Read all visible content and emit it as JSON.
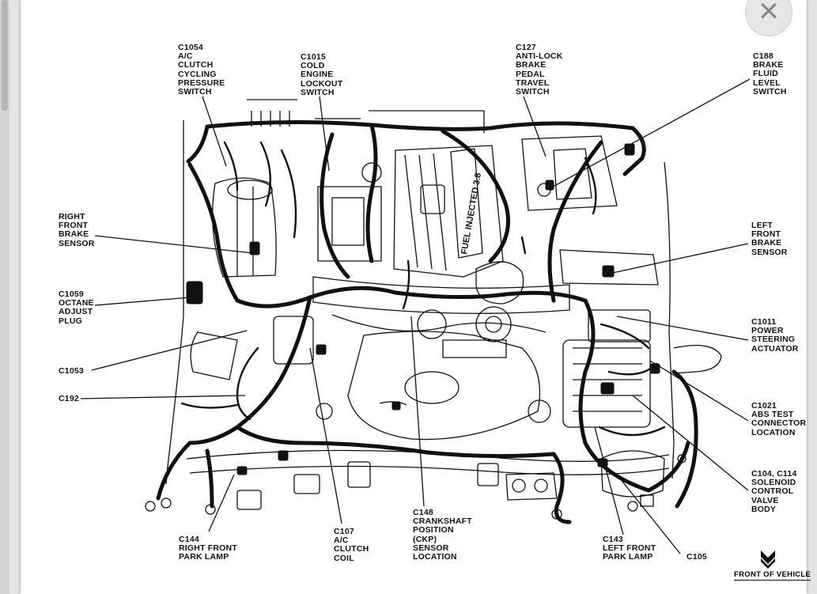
{
  "ui": {
    "close_icon": "✕"
  },
  "callouts": {
    "c1054": "C1054\nA/C\nCLUTCH\nCYCLING\nPRESSURE\nSWITCH",
    "c1015": "C1015\nCOLD\nENGINE\nLOCKOUT\nSWITCH",
    "c127": "C127\nANTI-LOCK\nBRAKE\nPEDAL\nTRAVEL\nSWITCH",
    "c188": "C188\nBRAKE\nFLUID\nLEVEL\nSWITCH",
    "right_front_brake_sensor": "RIGHT\nFRONT\nBRAKE\nSENSOR",
    "left_front_brake_sensor": "LEFT\nFRONT\nBRAKE\nSENSOR",
    "c1059": "C1059\nOCTANE\nADJUST\nPLUG",
    "c1011": "C1011\nPOWER\nSTEERING\nACTUATOR",
    "c1053": "C1053",
    "c192": "C192",
    "c1021": "C1021\nABS TEST\nCONNECTOR\nLOCATION",
    "c104_c114": "C104, C114\nSOLENOID\nCONTROL\nVALVE\nBODY",
    "c144": "C144\nRIGHT FRONT\nPARK LAMP",
    "c107": "C107\nA/C\nCLUTCH\nCOIL",
    "c148": "C148\nCRANKSHAFT\nPOSITION\n(CKP)\nSENSOR\nLOCATION",
    "c143": "C143\nLEFT FRONT\nPARK LAMP",
    "c105": "C105"
  },
  "engine_marking": "FUEL INJECTED 3.8",
  "front_of_vehicle": "FRONT OF VEHICLE"
}
